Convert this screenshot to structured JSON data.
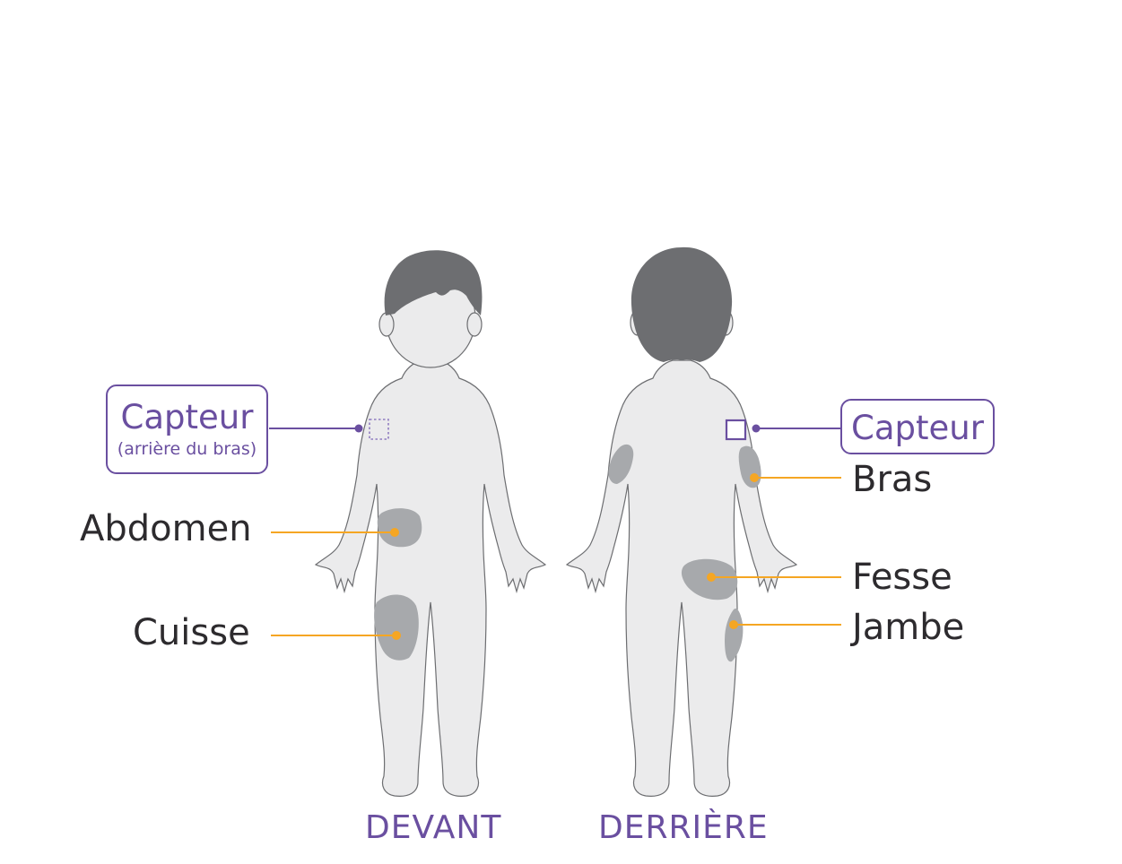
{
  "colors": {
    "body": "#ebebec",
    "outline": "#6d6e71",
    "hair": "#6d6e71",
    "patch": "#a7a9ac",
    "sensor": "#6a4fa0",
    "callout": "#f5a623",
    "text": "#2d2b2e"
  },
  "front": {
    "caption": "DEVANT",
    "sensor_label": "Capteur",
    "sensor_sublabel": "(arrière du bras)",
    "labels": {
      "abdomen": "Abdomen",
      "thigh": "Cuisse"
    }
  },
  "back": {
    "caption": "DERRIÈRE",
    "sensor_label": "Capteur",
    "labels": {
      "arm": "Bras",
      "buttock": "Fesse",
      "leg": "Jambe"
    }
  }
}
